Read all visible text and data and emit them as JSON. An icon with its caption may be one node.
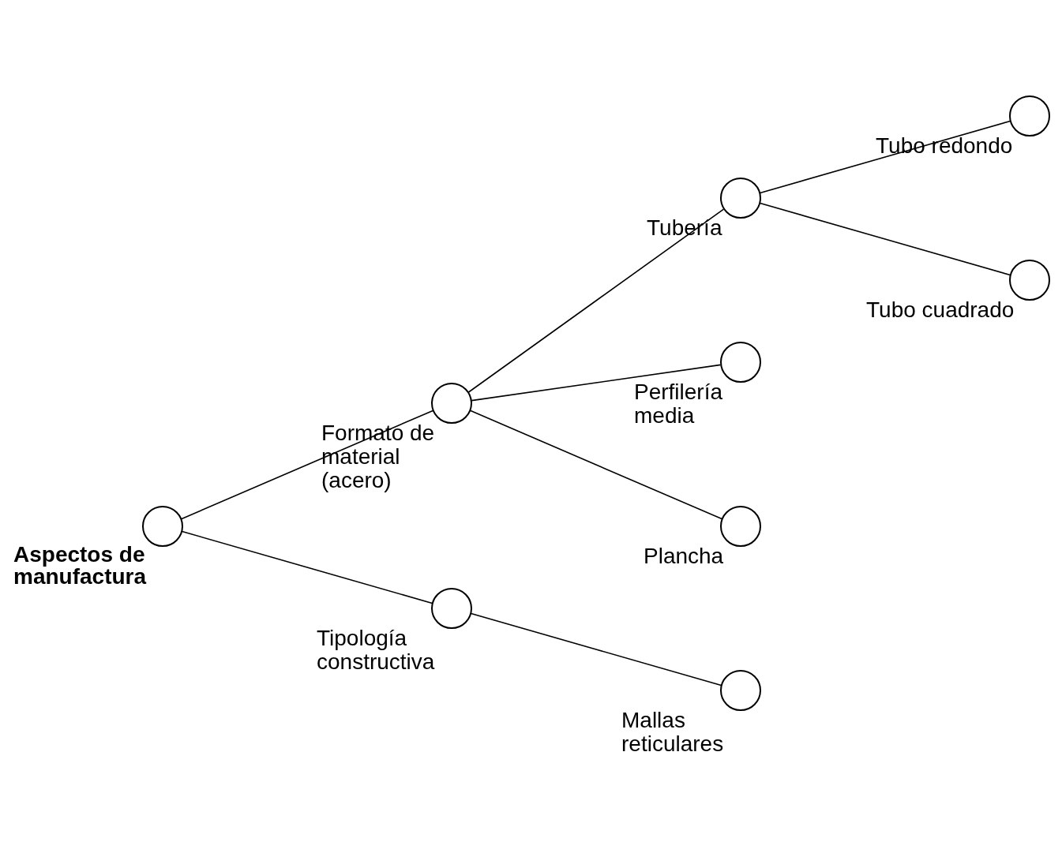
{
  "diagram": {
    "nodes": [
      {
        "text": [],
        "shape": "circle",
        "beside": [
          "Aspectos de manufactura"
        ]
      },
      {
        "text": [],
        "shape": "circle",
        "beside": [
          "Formato de material (acero)"
        ]
      },
      {
        "text": [],
        "shape": "circle",
        "beside": [
          "Tubería"
        ]
      },
      {
        "text": [],
        "shape": "circle",
        "beside": [
          "Tubo redondo"
        ]
      },
      {
        "text": [],
        "shape": "circle",
        "beside": [
          "Tubo cuadrado"
        ]
      },
      {
        "text": [],
        "shape": "circle",
        "beside": [
          "Perfilería media"
        ]
      },
      {
        "text": [],
        "shape": "circle",
        "beside": [
          "Plancha"
        ]
      },
      {
        "text": [],
        "shape": "circle",
        "beside": [
          "Tipología constructiva"
        ]
      },
      {
        "text": [],
        "shape": "circle",
        "beside": [
          "Mallas reticulares"
        ]
      }
    ],
    "edges": [
      {
        "from": 0,
        "to": 1,
        "arrow": "none"
      },
      {
        "from": 1,
        "to": 2,
        "arrow": "none"
      },
      {
        "from": 2,
        "to": 3,
        "arrow": "none"
      },
      {
        "from": 2,
        "to": 4,
        "arrow": "none"
      },
      {
        "from": 1,
        "to": 5,
        "arrow": "none"
      },
      {
        "from": 1,
        "to": 6,
        "arrow": "none"
      },
      {
        "from": 0,
        "to": 7,
        "arrow": "none"
      },
      {
        "from": 7,
        "to": 8,
        "arrow": "none"
      }
    ]
  }
}
